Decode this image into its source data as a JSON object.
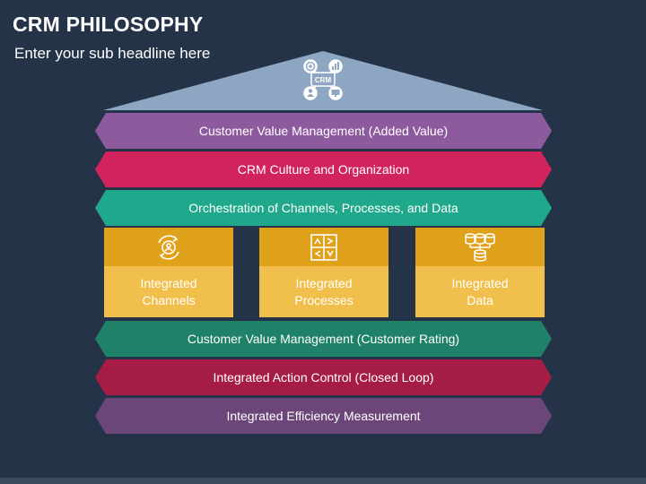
{
  "header": {
    "title": "CRM PHILOSOPHY",
    "subtitle": "Enter your sub headline here"
  },
  "roof": {
    "icon_label": "CRM",
    "icons": [
      "target-icon",
      "bar-chart-icon",
      "person-icon",
      "monitor-icon"
    ]
  },
  "bands_top": [
    {
      "label": "Customer Value Management (Added Value)",
      "color": "#8e5a9e"
    },
    {
      "label": "CRM Culture and Organization",
      "color": "#d1245c"
    },
    {
      "label": "Orchestration of Channels, Processes, and Data",
      "color": "#1fa88b"
    }
  ],
  "pillars": [
    {
      "line1": "Integrated",
      "line2": "Channels",
      "icon": "people-cycle-icon"
    },
    {
      "line1": "Integrated",
      "line2": "Processes",
      "icon": "puzzle-arrows-icon"
    },
    {
      "line1": "Integrated",
      "line2": "Data",
      "icon": "database-icon"
    }
  ],
  "bands_bottom": [
    {
      "label": "Customer Value Management (Customer Rating)",
      "color": "#1e8168"
    },
    {
      "label": "Integrated Action Control (Closed Loop)",
      "color": "#a51c45"
    },
    {
      "label": "Integrated Efficiency Measurement",
      "color": "#6c4678"
    }
  ],
  "colors": {
    "background": "#243347",
    "roof": "#8da6c1",
    "pillar_top": "#e0a21a",
    "pillar_bottom": "#f0bf4c"
  }
}
